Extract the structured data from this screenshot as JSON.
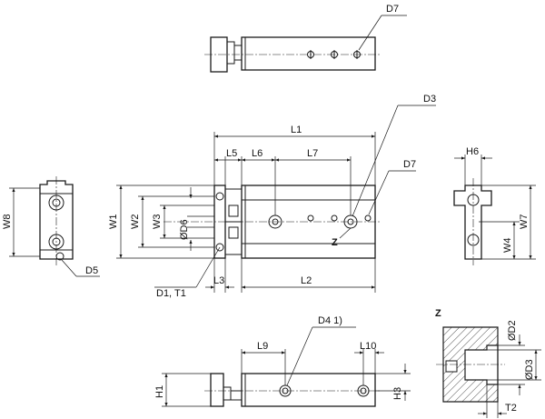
{
  "labels": {
    "d7_top": "D7",
    "d3": "D3",
    "d7_side": "D7",
    "l1": "L1",
    "l5": "L5",
    "l6": "L6",
    "l7": "L7",
    "w1": "W1",
    "w2": "W2",
    "w3": "W3",
    "d6": "ØD6",
    "z_marker": "Z",
    "d1_t1": "D1, T1",
    "l3": "L3",
    "l2": "L2",
    "w8": "W8",
    "d5": "D5",
    "h6": "H6",
    "w4": "W4",
    "w7": "W7",
    "d4_note": "D4  1)",
    "l9": "L9",
    "l10": "L10",
    "h1": "H1",
    "h3": "H3",
    "z_title": "Z",
    "d2": "ØD2",
    "d3_detail": "ØD3",
    "t2": "T2"
  },
  "colors": {
    "line": "#1a1a1a",
    "hatch": "#1a1a1a",
    "background": "#ffffff"
  }
}
